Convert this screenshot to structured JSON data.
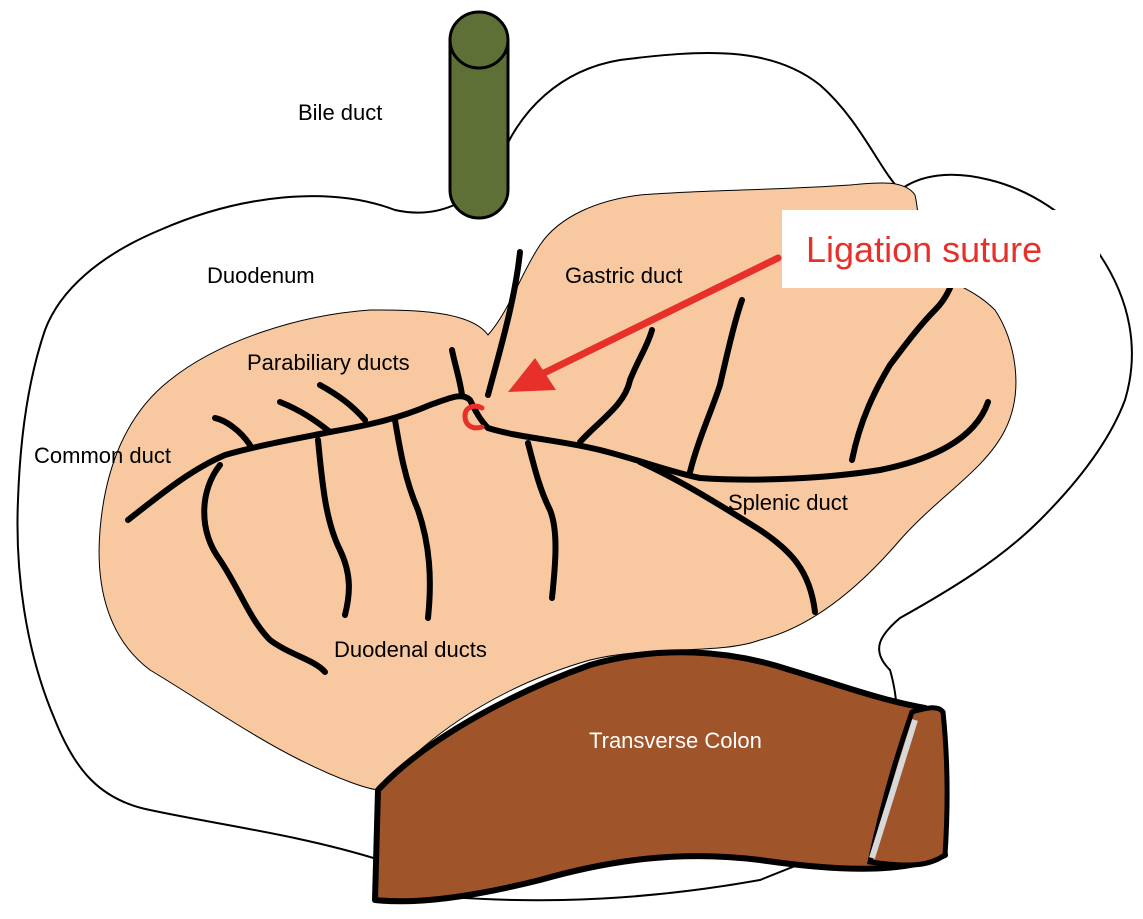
{
  "labels": {
    "bile_duct": "Bile duct",
    "duodenum": "Duodenum",
    "gastric_duct": "Gastric duct",
    "parabiliary_ducts": "Parabiliary ducts",
    "common_duct": "Common duct",
    "splenic_duct": "Splenic duct",
    "duodenal_ducts": "Duodenal ducts",
    "transverse_colon": "Transverse Colon",
    "ligation_suture": "Ligation suture"
  },
  "colors": {
    "pancreas": "#f8c9a0",
    "bile_duct": "#5f7036",
    "colon": "#a0542a",
    "suture": "#e8302a",
    "outline": "#000000"
  }
}
